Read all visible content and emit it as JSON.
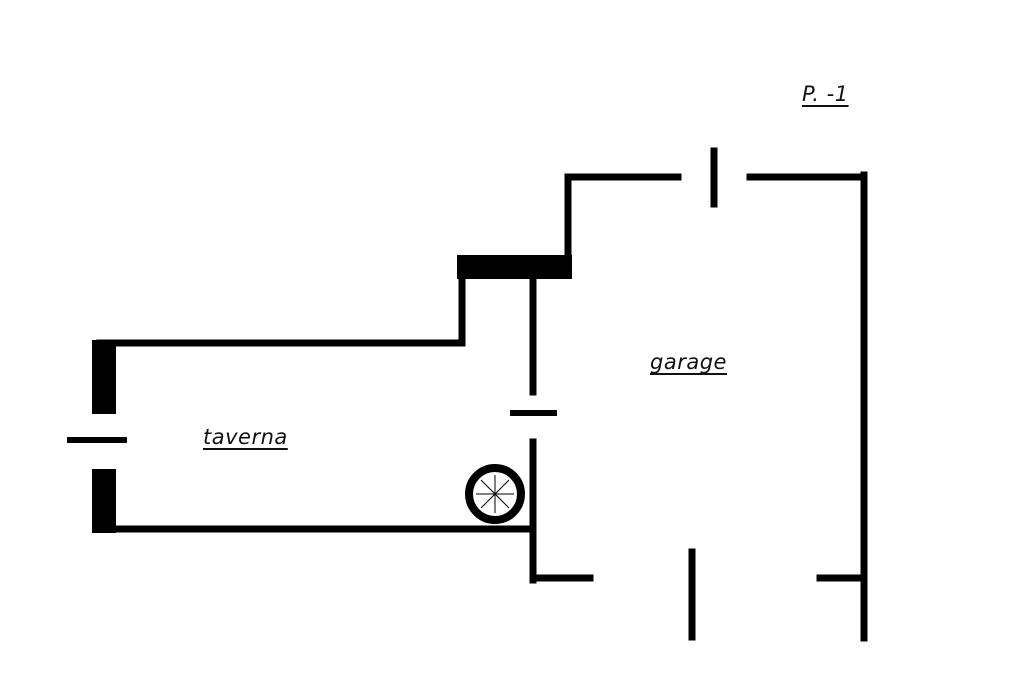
{
  "floor_label": "P. -1",
  "rooms": {
    "taverna": "taverna",
    "garage": "garage"
  },
  "colors": {
    "wall": "#000000",
    "background": "#ffffff"
  },
  "icons": [
    "stair-circle-icon"
  ]
}
